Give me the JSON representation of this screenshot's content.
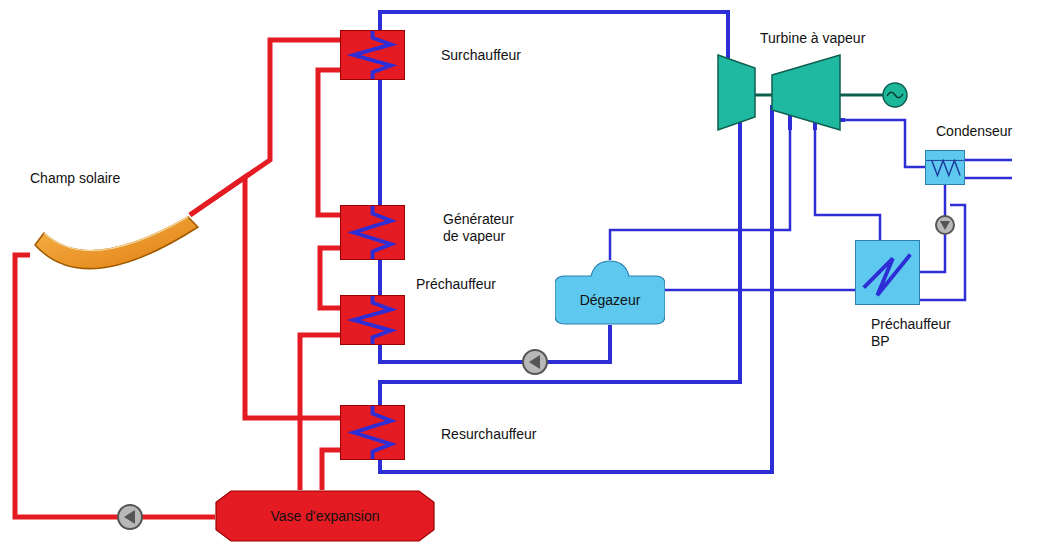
{
  "diagram": {
    "nodes": [
      {
        "text": [
          "Surchauffeur"
        ]
      },
      {
        "text": [
          "Turbine à vapeur"
        ]
      },
      {
        "text": [
          "Condenseur"
        ]
      },
      {
        "text": [
          "Champ solaire"
        ]
      },
      {
        "text": [
          "Générateur de vapeur"
        ]
      },
      {
        "text": [
          "Préchauffeur"
        ]
      },
      {
        "text": [
          "Dégazeur"
        ]
      },
      {
        "text": [
          "Préchauffeur BP"
        ]
      },
      {
        "text": [
          "Resurchauffeur"
        ]
      },
      {
        "text": [
          "Vase d'expansion"
        ]
      }
    ],
    "edges": [
      {
        "from": 3,
        "to": 0,
        "arrow": "none"
      },
      {
        "from": 3,
        "to": 8,
        "arrow": "none"
      },
      {
        "from": 0,
        "to": 4,
        "arrow": "none"
      },
      {
        "from": 4,
        "to": 5,
        "arrow": "none"
      },
      {
        "from": 5,
        "to": 9,
        "arrow": "none"
      },
      {
        "from": 8,
        "to": 9,
        "arrow": "none"
      },
      {
        "from": 9,
        "to": 3,
        "arrow": "none"
      },
      {
        "from": 5,
        "to": 4,
        "arrow": "none"
      },
      {
        "from": 4,
        "to": 0,
        "arrow": "none"
      },
      {
        "from": 0,
        "to": 1,
        "arrow": "none"
      },
      {
        "from": 1,
        "to": 8,
        "arrow": "none"
      },
      {
        "from": 8,
        "to": 1,
        "arrow": "none"
      },
      {
        "from": 1,
        "to": 6,
        "arrow": "none"
      },
      {
        "from": 1,
        "to": 7,
        "arrow": "none"
      },
      {
        "from": 1,
        "to": 2,
        "arrow": "none"
      },
      {
        "from": 2,
        "to": 7,
        "arrow": "none"
      },
      {
        "from": 7,
        "to": 6,
        "arrow": "none"
      },
      {
        "from": 6,
        "to": 5,
        "arrow": "none"
      }
    ]
  }
}
